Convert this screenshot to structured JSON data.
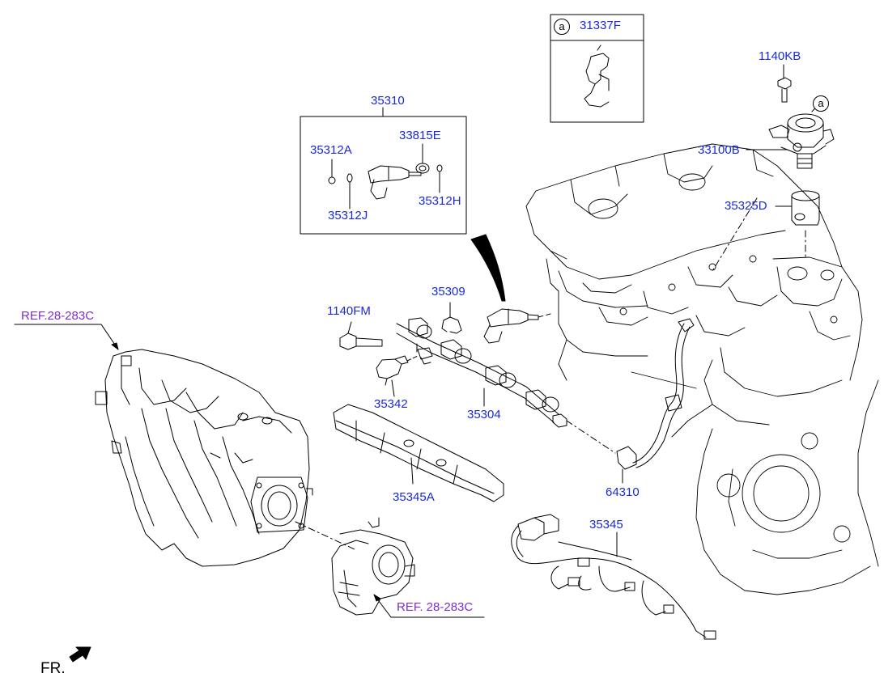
{
  "diagram": {
    "line_color": "#000000",
    "part_label_color": "#1a2ad6",
    "reference_label_color": "#7a2fd0",
    "part_labels": {
      "p31337F": "31337F",
      "p1140KB": "1140KB",
      "p35310": "35310",
      "p33815E": "33815E",
      "p35312A": "35312A",
      "p35312H": "35312H",
      "p35312J": "35312J",
      "p33100B": "33100B",
      "p35325D": "35325D",
      "p35309": "35309",
      "p1140FM": "1140FM",
      "p35342": "35342",
      "p35304": "35304",
      "p35345A": "35345A",
      "p64310": "64310",
      "p35345": "35345"
    },
    "reference_labels": {
      "ref_top": "REF.28-283C",
      "ref_bottom": "REF. 28-283C"
    },
    "callout_markers": {
      "box_marker": "a",
      "pump_marker": "a"
    },
    "direction_indicator": {
      "text": "FR.",
      "icon": "arrow-icon"
    }
  }
}
